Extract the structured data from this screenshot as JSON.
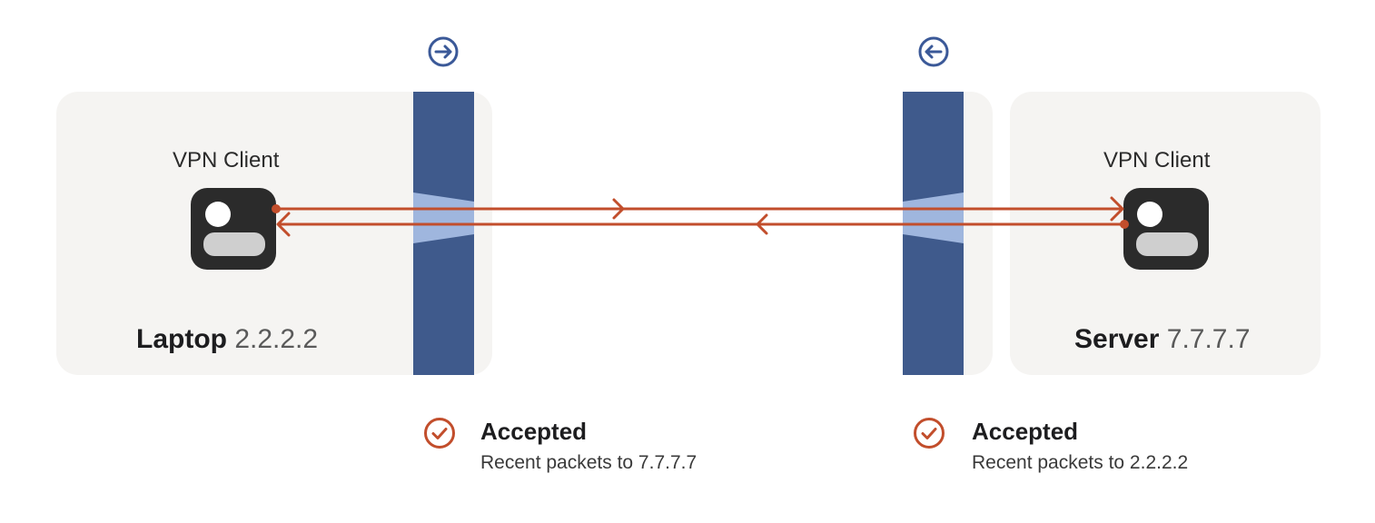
{
  "left_host": {
    "client_label": "VPN Client",
    "name": "Laptop",
    "ip": "2.2.2.2"
  },
  "right_host": {
    "client_label": "VPN Client",
    "name": "Server",
    "ip": "7.7.7.7"
  },
  "left_firewall": {
    "status": "Accepted",
    "detail": "Recent packets to 7.7.7.7",
    "direction_icon": "arrow-right-circle-icon"
  },
  "right_firewall": {
    "status": "Accepted",
    "detail": "Recent packets to 2.2.2.2",
    "direction_icon": "arrow-left-circle-icon"
  },
  "colors": {
    "panel": "#f5f4f2",
    "firewall": "#3f5a8c",
    "firewall_opening": "#9fb6de",
    "packet_line": "#c24e2c",
    "icon_blue": "#3b5998",
    "client_icon": "#2b2b2b"
  }
}
